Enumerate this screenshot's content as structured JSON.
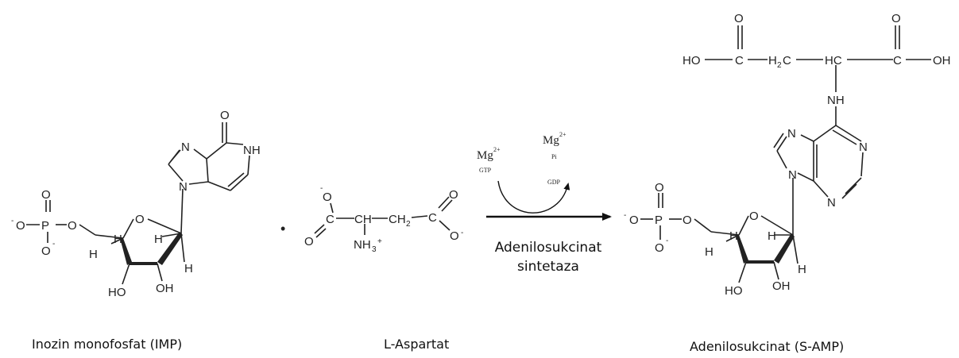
{
  "reactants": {
    "imp": {
      "name": "Inozin monofosfat (IMP)",
      "atoms": {
        "o": "O",
        "p": "P",
        "o_minus": "O",
        "minus": "-",
        "nh": "NH",
        "n": "N",
        "h": "H",
        "ho": "HO",
        "oh": "OH"
      }
    },
    "plus_sign": "•",
    "aspartate": {
      "name": "L-Aspartat",
      "atoms": {
        "o": "O",
        "c": "C",
        "ch": "CH",
        "ch2": "CH",
        "sub2": "2",
        "nh3": "NH",
        "sub3": "3",
        "plus": "+",
        "minus": "-"
      }
    }
  },
  "reaction": {
    "enzyme_line1": "Adenilosukcinat",
    "enzyme_line2": "sintetaza",
    "cofactor_in_metal": "Mg",
    "cofactor_in_charge": "2+",
    "cofactor_in_molecule": "GTP",
    "cofactor_out_metal": "Mg",
    "cofactor_out_charge": "2+",
    "cofactor_out_molecule": "Pi",
    "cofactor_out_gdp": "GDP"
  },
  "product": {
    "name": "Adenilosukcinat (S-AMP)",
    "atoms": {
      "o": "O",
      "ho": "HO",
      "oh": "OH",
      "c": "C",
      "h2c": "H",
      "sub2": "2",
      "hc": "HC",
      "nh": "NH",
      "n": "N",
      "p": "P",
      "h": "H",
      "minus": "-"
    }
  },
  "colors": {
    "ink": "#222222",
    "background": "#ffffff"
  }
}
